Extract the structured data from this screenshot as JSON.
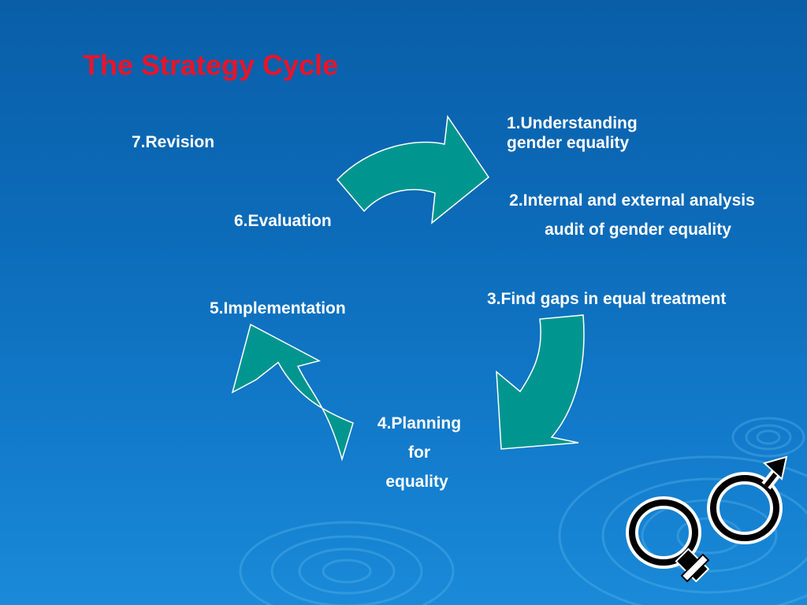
{
  "title": "The Strategy Cycle",
  "steps": [
    {
      "lines": [
        "1.Understanding",
        "gender equality"
      ]
    },
    {
      "lines": [
        "2.Internal and external analysis",
        "audit of gender equality"
      ]
    },
    {
      "lines": [
        "3.Find gaps in equal treatment"
      ]
    },
    {
      "lines": [
        "4.Planning",
        "for",
        "equality"
      ]
    },
    {
      "lines": [
        "5.Implementation"
      ]
    },
    {
      "lines": [
        "6.Evaluation"
      ]
    },
    {
      "lines": [
        "7.Revision"
      ]
    }
  ],
  "colors": {
    "title": "#e8142a",
    "arrow_fill": "#00968f",
    "label_text": "#ffffff",
    "background": "#0c6cba"
  },
  "icons": [
    "cycle-arrow",
    "female-symbol",
    "male-symbol"
  ]
}
